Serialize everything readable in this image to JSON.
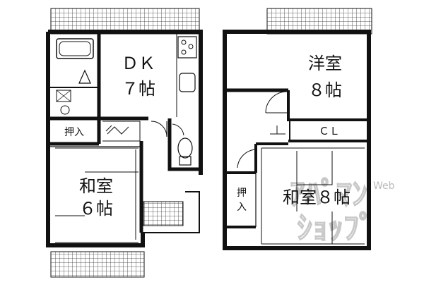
{
  "plan": {
    "dk_name": "ＤＫ",
    "dk_size": "７帖",
    "youshitsu_name": "洋室",
    "youshitsu_size": "８帖",
    "washitsu1_name": "和室",
    "washitsu1_size": "６帖",
    "washitsu2_label": "和室８帖",
    "oshiire_top": "押入",
    "oshiire_side_1": "押",
    "oshiire_side_2": "入",
    "closet": "ＣＬ"
  },
  "watermark": {
    "line1": "ｱﾊﾟﾏﾝ",
    "line2": "ｼｮｯﾌﾟ",
    "web": "Web"
  }
}
